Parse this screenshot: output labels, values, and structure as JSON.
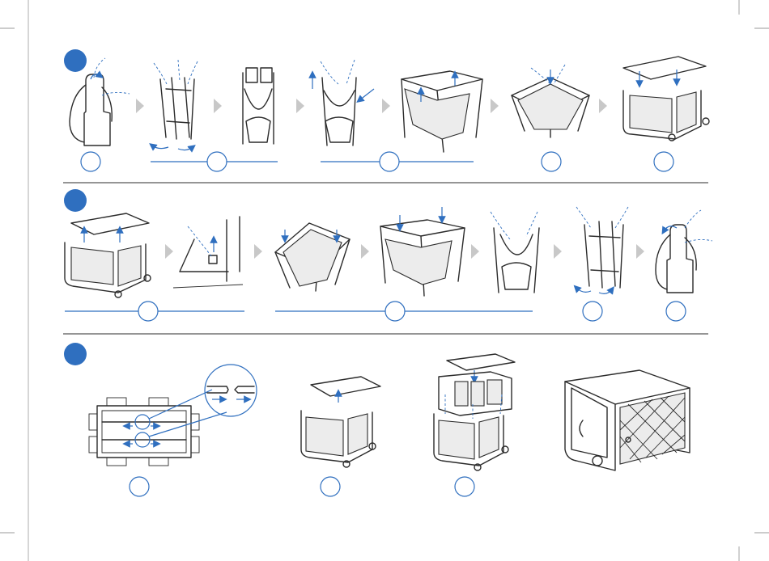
{
  "colors": {
    "accent": "#2f6fbf",
    "ink": "#2b2b2b",
    "arrow_grey": "#c8c8c8",
    "mesh": "#ececec"
  },
  "sections": [
    {
      "id": "setup",
      "badge_icon": "filled-blue-circle"
    },
    {
      "id": "fold",
      "badge_icon": "filled-blue-circle"
    },
    {
      "id": "bassinet",
      "badge_icon": "filled-blue-circle"
    }
  ],
  "icons": [
    "hand-icon",
    "arrow-up-icon",
    "arrow-down-icon",
    "rotate-arrow-icon",
    "step-chevron-icon"
  ]
}
